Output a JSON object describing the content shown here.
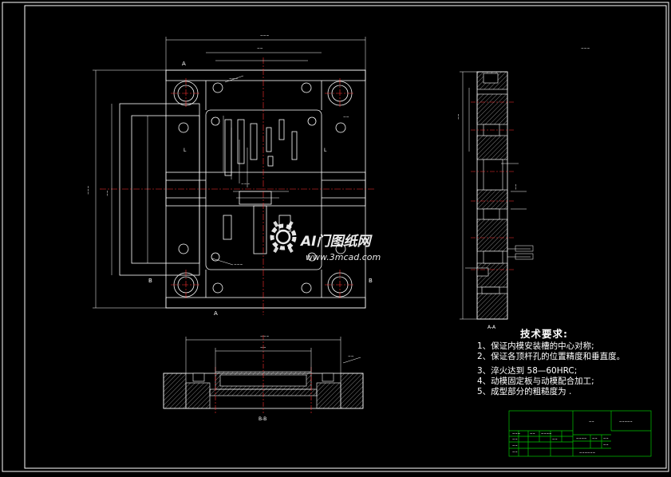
{
  "colors": {
    "background": "#000000",
    "outline": "#ffffff",
    "hatch": "#ffffff",
    "centerline": "#ff3030",
    "dimension": "#ffffff",
    "title_block": "#00c800"
  },
  "technical_requirements": {
    "title": "技术要求:",
    "items": [
      "1、保证内模安装槽的中心对称;",
      "2、保证各顶杆孔的位置精度和垂直度。",
      "3、淬火达到 58—60HRC;",
      "4、动模固定板与动模配合加工;",
      "5、成型部分的粗糙度为     ."
    ]
  },
  "views": {
    "plan_section_mark_top": "A",
    "plan_section_mark_bottom": "A",
    "plan_side_mark_left": "B",
    "plan_side_mark_right": "B",
    "section_aa_label": "A-A",
    "section_bb_label": "B-B"
  },
  "watermark": {
    "brand": "AI门图纸网",
    "url": "www.3mcad.com"
  }
}
